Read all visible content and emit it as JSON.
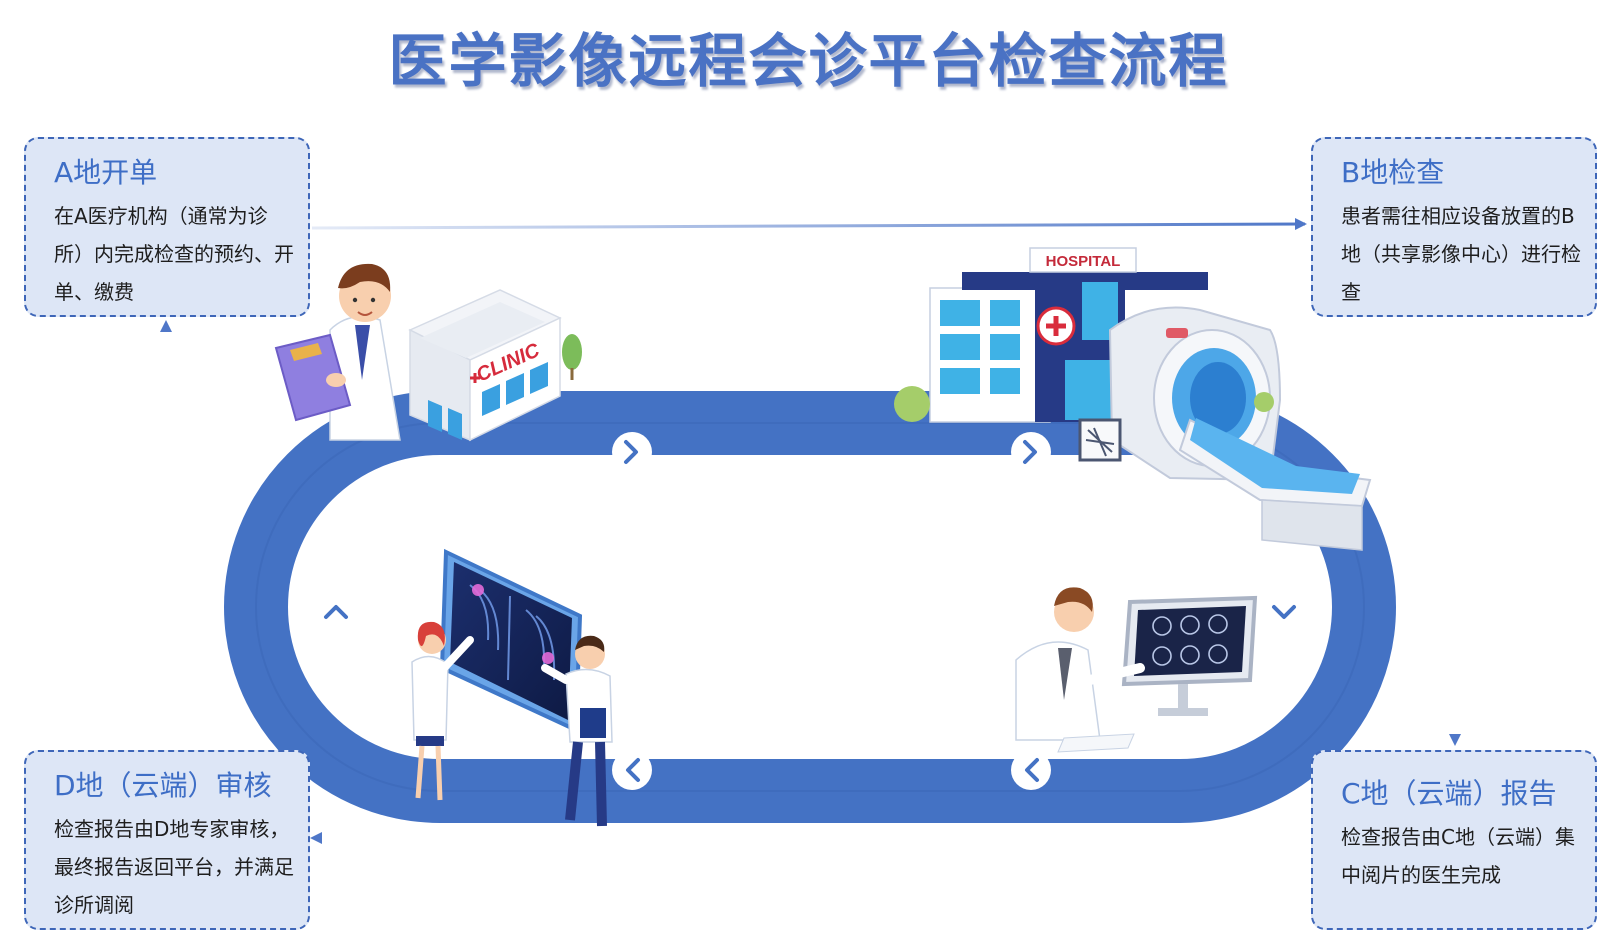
{
  "title": "医学影像远程会诊平台检查流程",
  "steps": {
    "a": {
      "heading": "A地开单",
      "text": "在A医疗机构（通常为诊所）内完成检查的预约、开单、缴费"
    },
    "b": {
      "heading": "B地检查",
      "text": "患者需往相应设备放置的B地（共享影像中心）进行检查"
    },
    "c": {
      "heading": "C地（云端）报告",
      "text": "检查报告由C地（云端）集中阅片的医生完成"
    },
    "d": {
      "heading": "D地（云端）审核",
      "text": "检查报告由D地专家审核，最终报告返回平台，并满足诊所调阅"
    }
  },
  "signs": {
    "clinic": "CLINIC",
    "hospital": "HOSPITAL"
  },
  "icons": {
    "arrows": [
      "chevron-right-icon",
      "chevron-down-icon",
      "chevron-left-icon",
      "chevron-up-icon"
    ],
    "clinic": "clinic-building-icon",
    "hospital": "hospital-building-icon",
    "scanner": "ct-scanner-icon",
    "doctors": [
      "doctor-clipboard-icon",
      "doctor-monitor-icon",
      "doctors-xray-icon"
    ]
  },
  "colors": {
    "track": "#4472c4",
    "title": "#4a72c4",
    "box_fill": "#dde6f6",
    "box_border": "#3e66b8",
    "heading": "#3e6ec6",
    "connector": "#4f77c8"
  }
}
